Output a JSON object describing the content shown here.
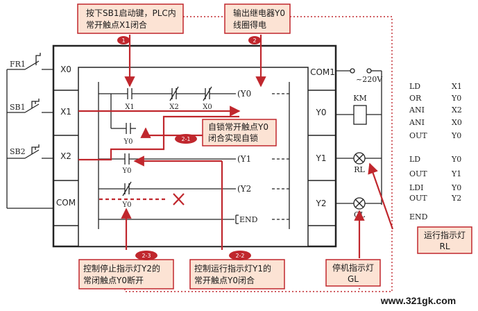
{
  "title": "",
  "plc": {
    "inputs": [
      "X0",
      "X1",
      "X2",
      "COM"
    ],
    "outputs": [
      "COM1",
      "Y0",
      "Y1",
      "Y2"
    ]
  },
  "switches": [
    "FR1",
    "SB1",
    "SB2"
  ],
  "ladder": {
    "contacts": [
      "X1",
      "X2",
      "X0",
      "Y0",
      "Y0",
      "Y0"
    ],
    "coils": [
      "(Y0",
      "(Y1",
      "(Y2",
      "END"
    ]
  },
  "supply": "~220V",
  "loads": {
    "contactor": "KM",
    "lamp1": "RL",
    "lamp2": "GL"
  },
  "callouts": {
    "c1_line1": "按下SB1启动键，PLC内",
    "c1_line2": "常开触点X1闭合",
    "c2_line1": "输出继电器Y0",
    "c2_line2": "线圈得电",
    "c21_line1": "自锁常开触点Y0",
    "c21_line2": "闭合实现自锁",
    "c23_line1": "控制停止指示灯Y2的",
    "c23_line2": "常闭触点Y0断开",
    "c22_line1": "控制运行指示灯Y1的",
    "c22_line2": "常开触点Y0闭合",
    "gl_line1": "停机指示灯",
    "gl_line2": "GL",
    "rl_line1": "运行指示灯",
    "rl_line2": "RL"
  },
  "badges": {
    "b1": "1",
    "b2": "2",
    "b21": "2-1",
    "b22": "2-2",
    "b23": "2-3"
  },
  "program": [
    [
      "LD",
      "X1"
    ],
    [
      "OR",
      "Y0"
    ],
    [
      "ANI",
      "X2"
    ],
    [
      "ANI",
      "X0"
    ],
    [
      "OUT",
      "Y0"
    ],
    [
      "LD",
      "Y0"
    ],
    [
      "OUT",
      "Y1"
    ],
    [
      "LDI",
      "Y0"
    ],
    [
      "OUT",
      "Y2"
    ],
    [
      "END",
      ""
    ]
  ],
  "watermark": "www.321gk.com",
  "colors": {
    "accent": "#c0272d",
    "callout_bg": "#fce3d4",
    "panel_border": "#222222"
  }
}
